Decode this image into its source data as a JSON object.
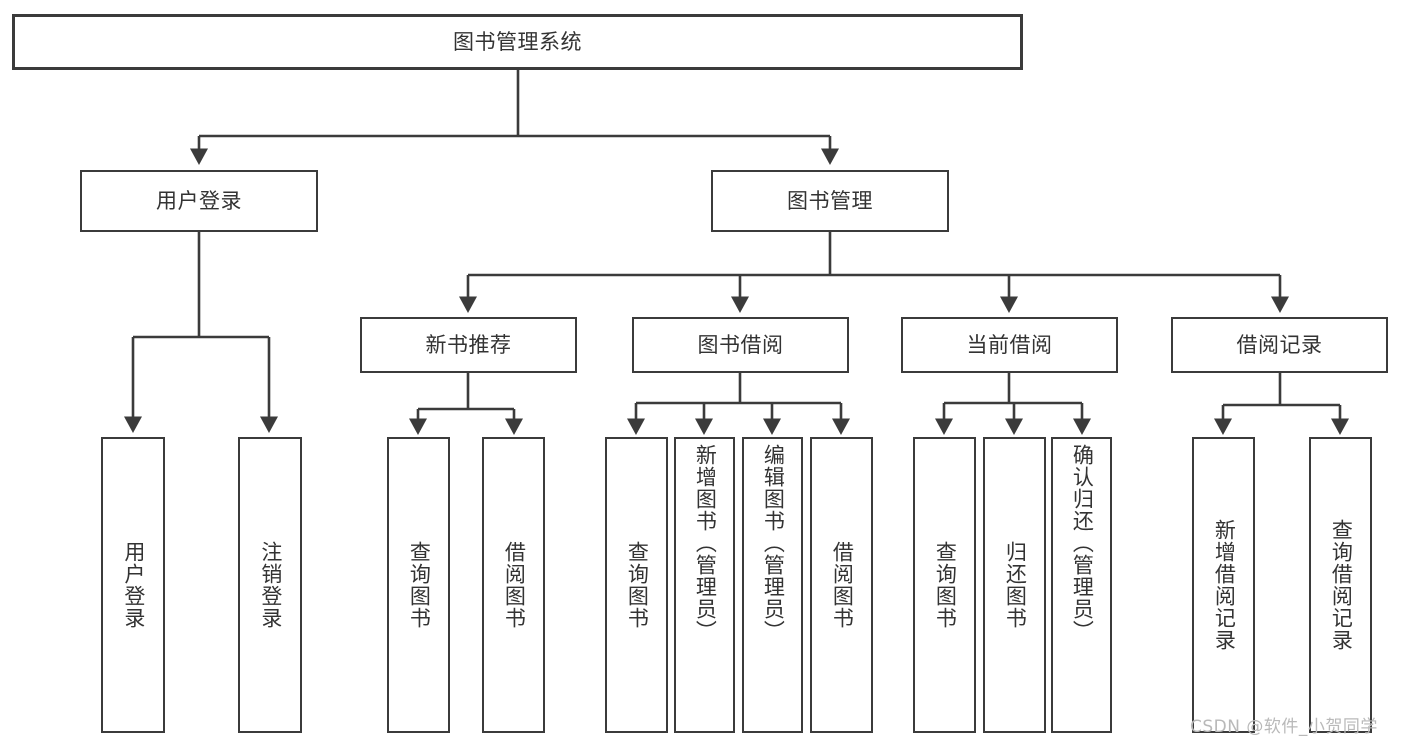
{
  "diagram": {
    "title": "图书管理系统",
    "type": "hierarchy-tree",
    "watermark": "CSDN @软件_小贺同学",
    "colors": {
      "border": "#3b3b3b",
      "text": "#333333",
      "background": "#ffffff",
      "edge": "#3b3b3b",
      "watermark": "#b9b9b9"
    },
    "root": {
      "label": "图书管理系统"
    },
    "level2": [
      {
        "label": "用户登录"
      },
      {
        "label": "图书管理"
      }
    ],
    "level3": [
      {
        "label": "新书推荐"
      },
      {
        "label": "图书借阅"
      },
      {
        "label": "当前借阅"
      },
      {
        "label": "借阅记录"
      }
    ],
    "leaves": {
      "user_login": [
        {
          "label": "用户登录"
        },
        {
          "label": "注销登录"
        }
      ],
      "new_book_recommend": [
        {
          "label": "查询图书"
        },
        {
          "label": "借阅图书"
        }
      ],
      "book_borrow": [
        {
          "label": "查询图书"
        },
        {
          "label": "新增图书（管理员）"
        },
        {
          "label": "编辑图书（管理员）"
        },
        {
          "label": "借阅图书"
        }
      ],
      "current_borrow": [
        {
          "label": "查询图书"
        },
        {
          "label": "归还图书"
        },
        {
          "label": "确认归还（管理员）"
        }
      ],
      "borrow_record": [
        {
          "label": "新增借阅记录"
        },
        {
          "label": "查询借阅记录"
        }
      ]
    }
  }
}
